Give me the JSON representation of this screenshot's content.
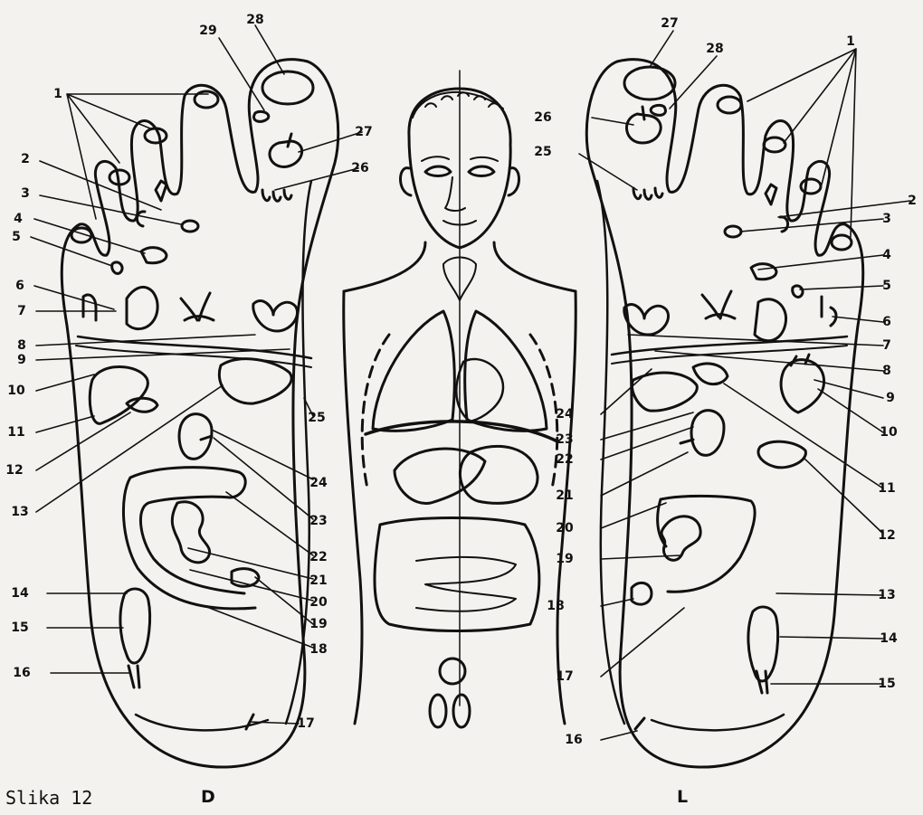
{
  "caption": "Slika 12",
  "side_labels": {
    "right_foot": "D",
    "left_foot": "L"
  },
  "right_foot_numbers": [
    "29",
    "28",
    "1",
    "27",
    "26",
    "2",
    "3",
    "4",
    "5",
    "6",
    "7",
    "8",
    "9",
    "10",
    "11",
    "12",
    "13",
    "25",
    "24",
    "23",
    "22",
    "21",
    "20",
    "19",
    "18",
    "14",
    "15",
    "16",
    "17"
  ],
  "left_foot_numbers": [
    "27",
    "28",
    "1",
    "26",
    "25",
    "2",
    "3",
    "4",
    "5",
    "6",
    "7",
    "8",
    "9",
    "10",
    "11",
    "12",
    "24",
    "23",
    "22",
    "21",
    "20",
    "19",
    "18",
    "13",
    "14",
    "17",
    "15",
    "16"
  ],
  "colors": {
    "ink": "#111111",
    "paper": "#f4f2ee"
  }
}
